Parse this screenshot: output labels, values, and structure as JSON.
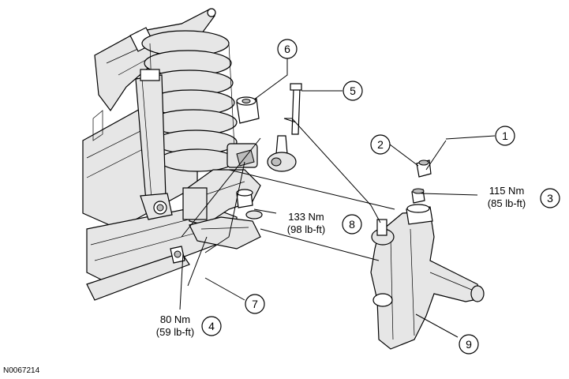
{
  "figure_id": "N0067214",
  "callouts": [
    {
      "id": "callout-1",
      "number": "1"
    },
    {
      "id": "callout-2",
      "number": "2"
    },
    {
      "id": "callout-3",
      "number": "3"
    },
    {
      "id": "callout-4",
      "number": "4"
    },
    {
      "id": "callout-5",
      "number": "5"
    },
    {
      "id": "callout-6",
      "number": "6"
    },
    {
      "id": "callout-7",
      "number": "7"
    },
    {
      "id": "callout-8",
      "number": "8"
    },
    {
      "id": "callout-9",
      "number": "9"
    }
  ],
  "torques": {
    "t3": {
      "nm": "115 Nm",
      "lbft": "(85 lb-ft)"
    },
    "t8": {
      "nm": "133 Nm",
      "lbft": "(98 lb-ft)"
    },
    "t4": {
      "nm": "80 Nm",
      "lbft": "(59 lb-ft)"
    }
  }
}
